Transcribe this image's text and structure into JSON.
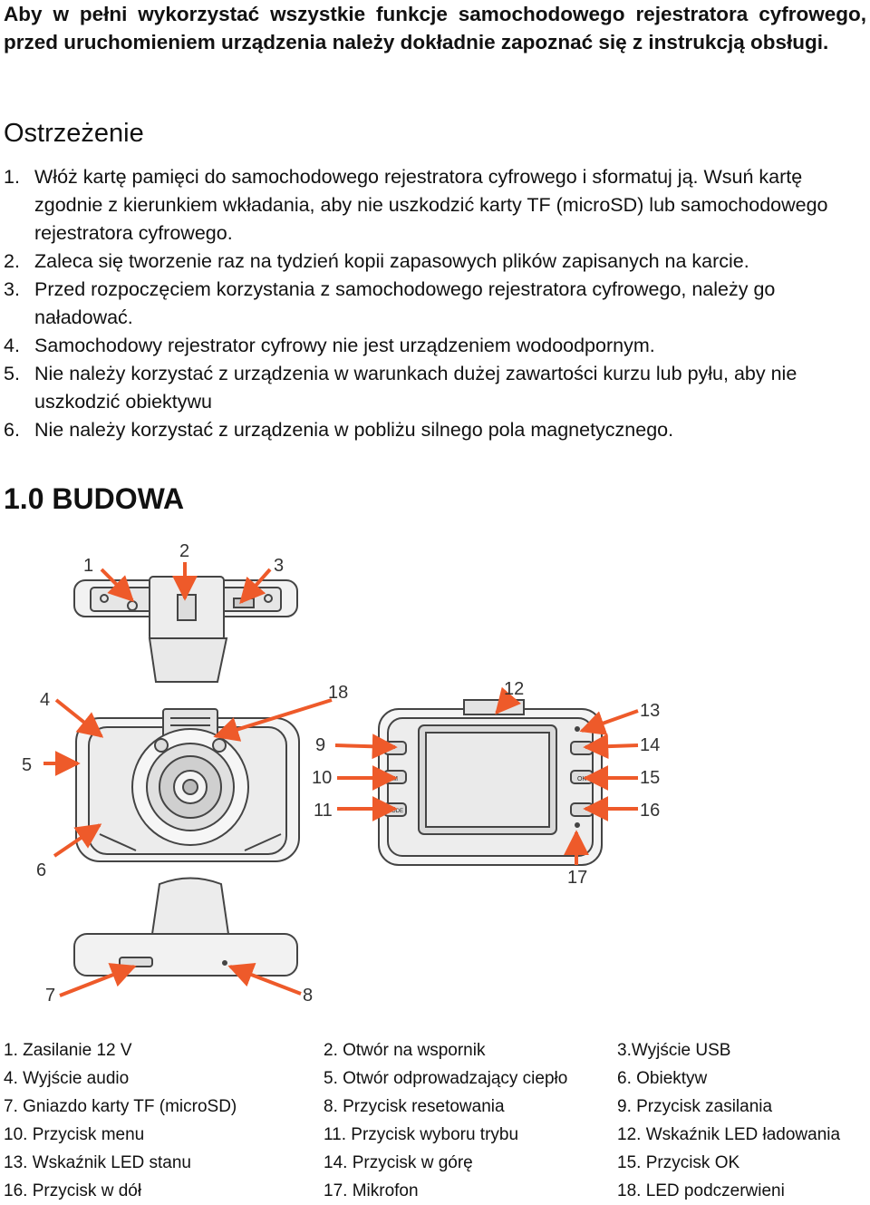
{
  "intro": "Aby w pełni wykorzystać wszystkie funkcje samochodowego rejestratora cyfrowego, przed uruchomieniem urządzenia należy dokładnie zapoznać się z instrukcją obsługi.",
  "warning": {
    "title": "Ostrzeżenie",
    "items": [
      {
        "num": "1.",
        "text": "Włóż kartę pamięci do samochodowego rejestratora cyfrowego i sformatuj ją. Wsuń kartę zgodnie z kierunkiem wkładania, aby nie uszkodzić karty TF (microSD) lub samochodowego rejestratora cyfrowego."
      },
      {
        "num": "2.",
        "text": "Zaleca się tworzenie raz na tydzień kopii zapasowych plików zapisanych na karcie."
      },
      {
        "num": "3.",
        "text": "Przed rozpoczęciem korzystania z samochodowego rejestratora cyfrowego, należy go naładować."
      },
      {
        "num": "4.",
        "text": "Samochodowy rejestrator cyfrowy nie jest urządzeniem wodoodpornym."
      },
      {
        "num": "5.",
        "text": "Nie należy korzystać z urządzenia w warunkach dużej zawartości kurzu lub pyłu, aby nie uszkodzić obiektywu"
      },
      {
        "num": "6.",
        "text": "Nie należy korzystać z urządzenia w pobliżu silnego pola magnetycznego."
      }
    ]
  },
  "section_title": "1.0 BUDOWA",
  "diagram": {
    "labels": [
      "1",
      "2",
      "3",
      "4",
      "5",
      "6",
      "7",
      "8",
      "9",
      "10",
      "11",
      "12",
      "13",
      "14",
      "15",
      "16",
      "17",
      "18"
    ],
    "button_marks": [
      "M",
      "OK",
      "MODE"
    ],
    "arrow_color": "#ee5a2a"
  },
  "legend": [
    [
      "1. Zasilanie 12 V",
      "2. Otwór na wspornik",
      "3.Wyjście USB"
    ],
    [
      "4. Wyjście audio",
      "5. Otwór odprowadzający ciepło",
      "6. Obiektyw"
    ],
    [
      "7. Gniazdo karty TF (microSD)",
      "8. Przycisk resetowania",
      "9. Przycisk zasilania"
    ],
    [
      "10. Przycisk menu",
      "11. Przycisk wyboru trybu",
      "12. Wskaźnik LED ładowania"
    ],
    [
      "13. Wskaźnik LED stanu",
      "14. Przycisk w górę",
      "15. Przycisk OK"
    ],
    [
      "16. Przycisk w dół",
      "17. Mikrofon",
      "18. LED podczerwieni"
    ]
  ]
}
